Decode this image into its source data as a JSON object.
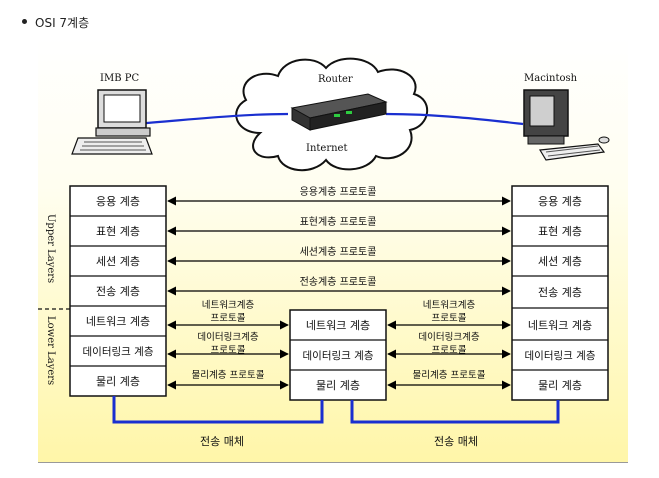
{
  "bullet": {
    "text": "OSI 7계층"
  },
  "devices": {
    "pc_label": "IMB PC",
    "mac_label": "Macintosh",
    "router_label": "Router",
    "internet_label": "Internet"
  },
  "side_labels": {
    "upper": "Upper Layers",
    "lower": "Lower Layers"
  },
  "left_stack": [
    "응용 계층",
    "표현 계층",
    "세션 계층",
    "전송 계층",
    "네트워크 계층",
    "데이터링크 계층",
    "물리 계층"
  ],
  "middle_stack": [
    "네트워크 계층",
    "데이터링크 계층",
    "물리 계층"
  ],
  "right_stack": [
    "응용 계층",
    "표현 계층",
    "세션 계층",
    "전송 계층",
    "네트워크 계층",
    "데이터링크 계층",
    "물리 계층"
  ],
  "upper_protocols": [
    "응용계층 프로토콜",
    "표현계층 프로토콜",
    "세션계층 프로토콜",
    "전송계층 프로토콜"
  ],
  "lower_protocols_left": [
    [
      "네트워크계층",
      "프로토콜"
    ],
    [
      "데이터링크계층",
      "프로토콜"
    ],
    [
      "물리계층 프로토콜"
    ]
  ],
  "lower_protocols_right": [
    [
      "네트워크계층",
      "프로토콜"
    ],
    [
      "데이터링크계층",
      "프로토콜"
    ],
    [
      "물리계층 프로토콜"
    ]
  ],
  "media_labels": [
    "전송 매체",
    "전송 매체"
  ],
  "colors": {
    "background_top": "#ffffff",
    "background_bottom": "#fff6a8",
    "link_blue": "#1a2fd0",
    "router_led": "#2ecc40"
  }
}
